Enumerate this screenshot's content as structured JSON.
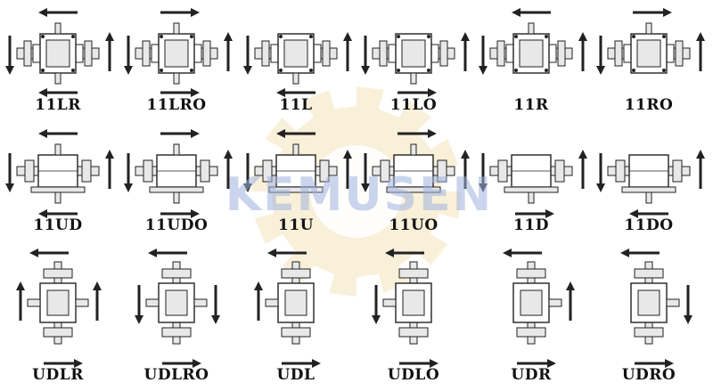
{
  "watermark": {
    "text": "KEMUSEN"
  },
  "colors": {
    "line": "#222222",
    "fill": "#e8e8e8",
    "gear_watermark": "#f5e6c2",
    "text_watermark": "#9fb3df"
  },
  "rows": [
    {
      "style": "flange",
      "items": [
        {
          "label": "11LR",
          "arrows": {
            "top": "left",
            "bottom": "left",
            "left": "down",
            "right": "up"
          }
        },
        {
          "label": "11LRO",
          "arrows": {
            "top": "right",
            "bottom": "right",
            "left": "down",
            "right": "up"
          }
        },
        {
          "label": "11L",
          "arrows": {
            "top": null,
            "bottom": "left",
            "left": "down",
            "right": "up"
          }
        },
        {
          "label": "11LO",
          "arrows": {
            "top": null,
            "bottom": "right",
            "left": "down",
            "right": "up"
          }
        },
        {
          "label": "11R",
          "arrows": {
            "top": "left",
            "bottom": null,
            "left": "down",
            "right": "up"
          }
        },
        {
          "label": "11RO",
          "arrows": {
            "top": "right",
            "bottom": null,
            "left": "down",
            "right": "up"
          }
        }
      ]
    },
    {
      "style": "base",
      "items": [
        {
          "label": "11UD",
          "arrows": {
            "top": "left",
            "bottom": "left",
            "left": "down",
            "right": "up"
          }
        },
        {
          "label": "11UDO",
          "arrows": {
            "top": "right",
            "bottom": "right",
            "left": "down",
            "right": "up"
          }
        },
        {
          "label": "11U",
          "arrows": {
            "top": "left",
            "bottom": null,
            "left": "down",
            "right": "up"
          }
        },
        {
          "label": "11UO",
          "arrows": {
            "top": "right",
            "bottom": null,
            "left": "down",
            "right": "up"
          }
        },
        {
          "label": "11D",
          "arrows": {
            "top": null,
            "bottom": "right",
            "left": "down",
            "right": "up"
          }
        },
        {
          "label": "11DO",
          "arrows": {
            "top": null,
            "bottom": "left",
            "left": "down",
            "right": "up"
          }
        }
      ]
    },
    {
      "style": "vertical",
      "items": [
        {
          "label": "UDLR",
          "arrows": {
            "top": "left",
            "bottom": "right",
            "left": "up",
            "right": "up"
          }
        },
        {
          "label": "UDLRO",
          "arrows": {
            "top": "left",
            "bottom": "right",
            "left": "down",
            "right": "down"
          }
        },
        {
          "label": "UDL",
          "arrows": {
            "top": "left",
            "bottom": "right",
            "left": "up",
            "right": null
          }
        },
        {
          "label": "UDLO",
          "arrows": {
            "top": "left",
            "bottom": "right",
            "left": "down",
            "right": null
          }
        },
        {
          "label": "UDR",
          "arrows": {
            "top": "left",
            "bottom": "right",
            "left": null,
            "right": "up"
          }
        },
        {
          "label": "UDRO",
          "arrows": {
            "top": "left",
            "bottom": "right",
            "left": null,
            "right": "down"
          }
        }
      ]
    }
  ]
}
